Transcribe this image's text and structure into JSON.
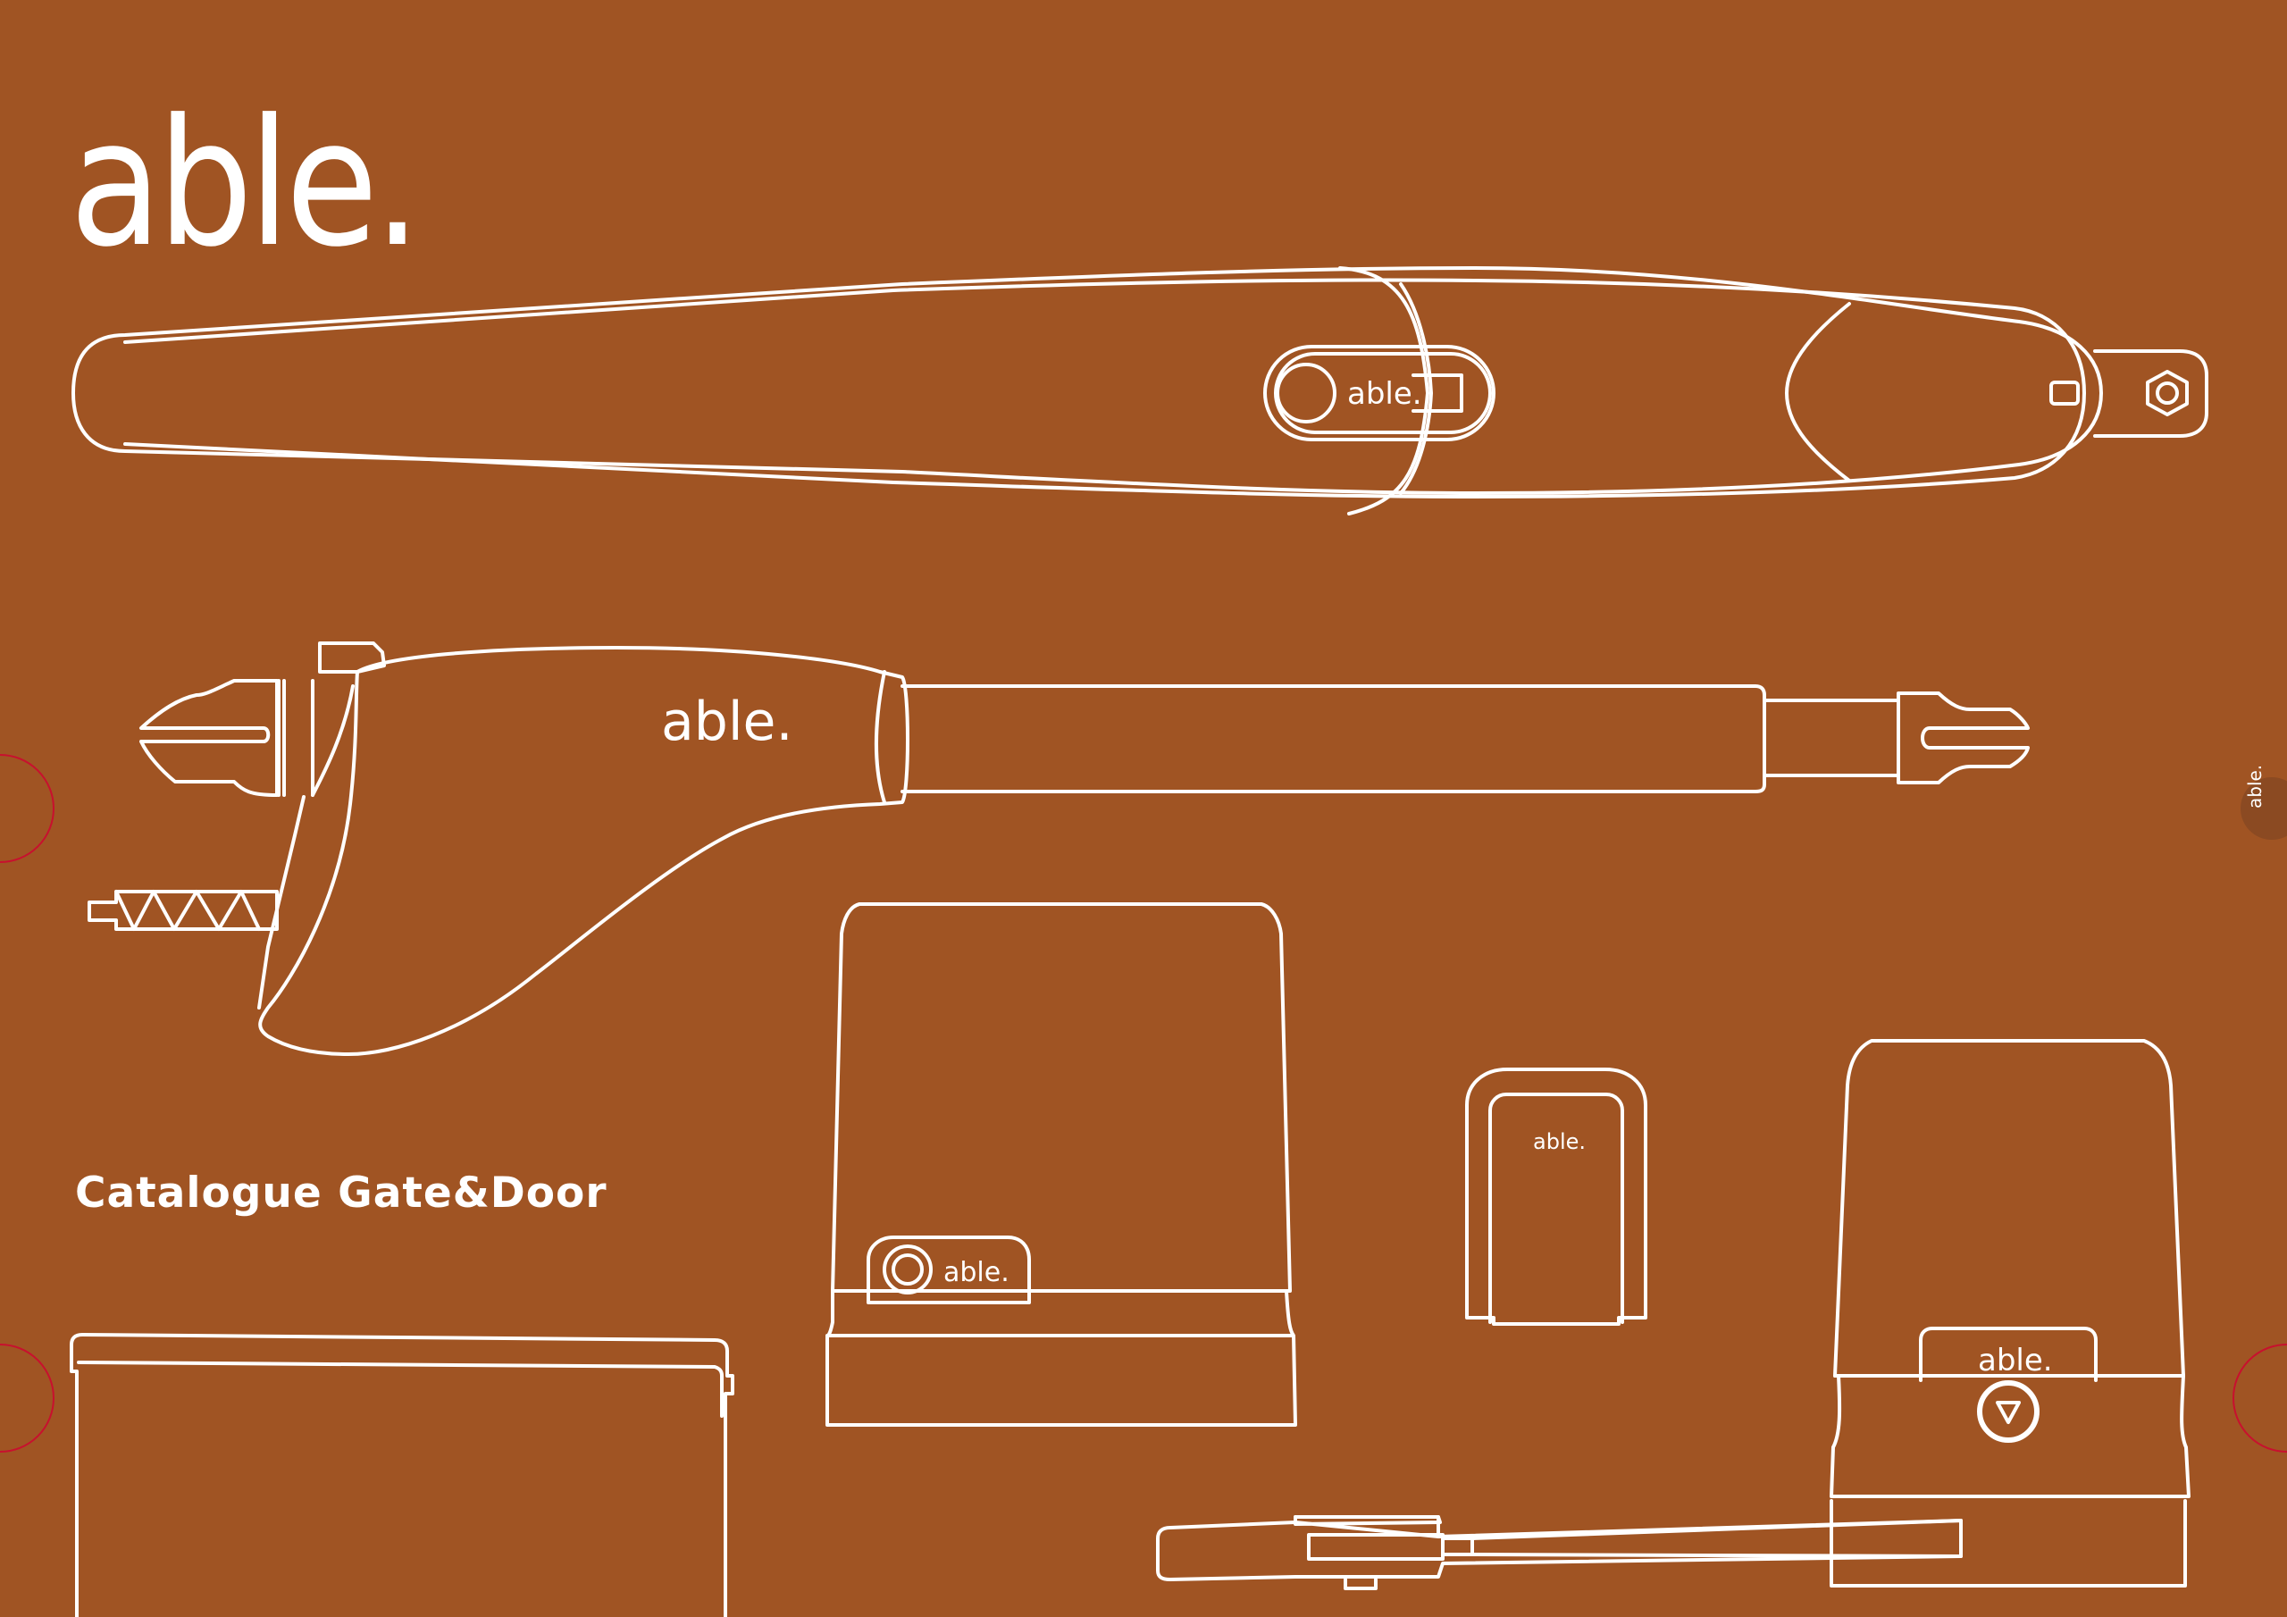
{
  "brand": {
    "logo_text": "able."
  },
  "catalogue": {
    "title": "Catalogue Gate&Door"
  },
  "side_tab": {
    "label": "able."
  },
  "products": {
    "swing_arm": {
      "label": "able."
    },
    "linear_actuator": {
      "label": "able."
    },
    "sliding_motor": {
      "label": "able."
    },
    "receiver": {
      "label": "able."
    },
    "sliding_operator": {
      "label": "able."
    }
  },
  "colors": {
    "background": "#A05423",
    "line": "#FFFFFF",
    "registration_marks": "#C8102E",
    "side_tab": "#8B4A22"
  }
}
